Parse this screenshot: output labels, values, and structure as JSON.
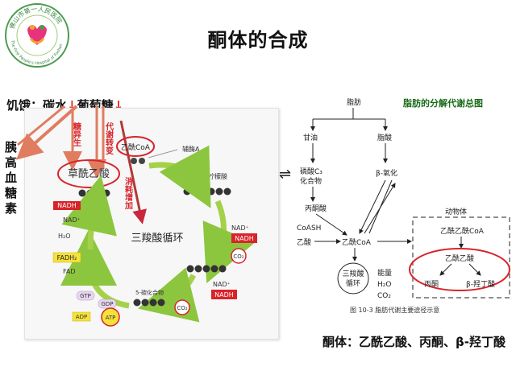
{
  "title": "酮体的合成",
  "logo": {
    "ring_text_top": "佛山市第一人民医院",
    "ring_text_bottom": "The First People's Hospital of Foshan"
  },
  "left_notes": {
    "hunger_label": "饥饿：",
    "carb_label": "碳水",
    "glucose_label": "葡萄糖",
    "down_arrow": "↓",
    "pancreas_vertical": "胰高血糖素"
  },
  "tca_diagram": {
    "acetyl_coa": "乙酰CoA",
    "coenzyme_a": "辅酶A",
    "oxaloacetate": "草酰乙酸",
    "citrate": "柠檬酸",
    "cycle_label": "三羧酸循环",
    "carbon5": "5-碳化合物",
    "nad_plus": "NAD⁺",
    "nadh": "NADH",
    "h2o": "H₂O",
    "fadh2": "FADH₂",
    "fad": "FAD",
    "gtp": "GTP",
    "gdp": "GDP",
    "adp": "ADP",
    "atp": "ATP",
    "co2": "CO₂",
    "red_overlay_1": "糖异生",
    "red_overlay_2": "代谢转变",
    "red_overlay_3": "消耗增加"
  },
  "fat_diagram": {
    "title": "脂肪的分解代谢总图",
    "fat": "脂肪",
    "glycerol": "甘油",
    "fatty_acid": "脂酸",
    "phospho_c3_line1": "磷酸C₃",
    "phospho_c3_line2": "化合物",
    "beta_oxidation": "β-氧化",
    "pyruvate": "丙酮酸",
    "coash": "CoASH",
    "acetate": "乙酸",
    "acetyl_coa": "乙酰CoA",
    "tca_line1": "三羧酸",
    "tca_line2": "循环",
    "energy": "能量",
    "h2o": "H₂O",
    "co2": "CO₂",
    "animal_box_title": "动物体",
    "acetoacetyl_coa": "乙酰乙酰CoA",
    "acetoacetate": "乙酰乙酸",
    "acetone": "丙酮",
    "beta_hydroxybutyrate": "β-羟丁酸",
    "caption": "图 10-3 脂肪代谢主要途径示意"
  },
  "equilibrium_symbol": "⇌",
  "ketone_bodies_line": "酮体：乙酰乙酸、丙酮、β-羟丁酸",
  "colors": {
    "red_highlight": "#d8232a",
    "green_arrow": "#9acd32",
    "brown_arrow": "#d9826a",
    "caption_green": "#1a6b1a"
  }
}
